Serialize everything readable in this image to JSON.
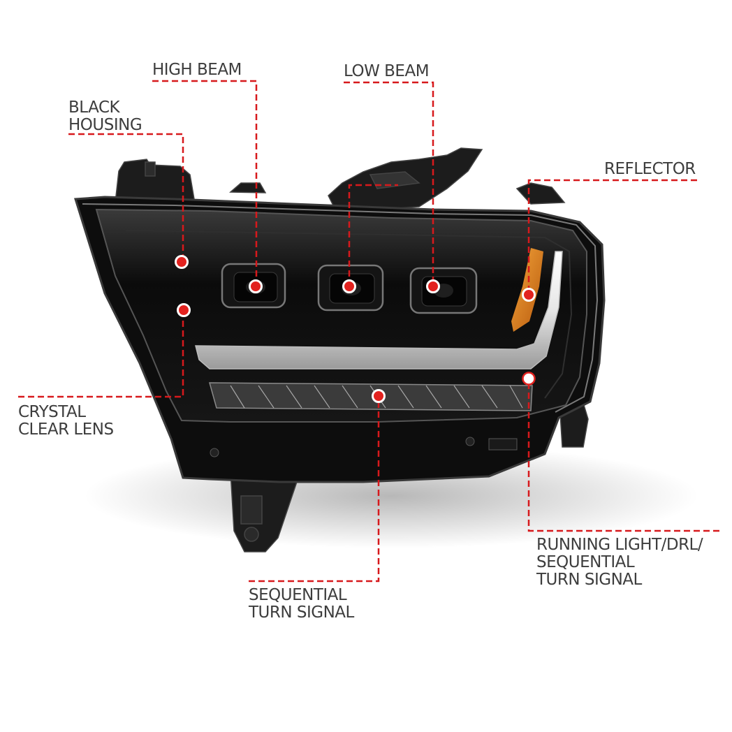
{
  "labels": {
    "high_beam": [
      "HIGH BEAM"
    ],
    "low_beam": [
      "LOW BEAM"
    ],
    "black_housing": [
      "BLACK",
      "HOUSING"
    ],
    "reflector": [
      "REFLECTOR"
    ],
    "crystal_clear_lens": [
      "CRYSTAL",
      "CLEAR LENS"
    ],
    "sequential_turn_signal": [
      "SEQUENTIAL",
      "TURN SIGNAL"
    ],
    "running_light": [
      "RUNNING LIGHT/DRL/",
      "SEQUENTIAL",
      "TURN SIGNAL"
    ]
  },
  "colors": {
    "leader_line": "#d7191c",
    "marker_fill": "#e2221f",
    "label_text": "#3d3d3d",
    "housing": "#111111",
    "amber_reflector": "#e0811e"
  }
}
